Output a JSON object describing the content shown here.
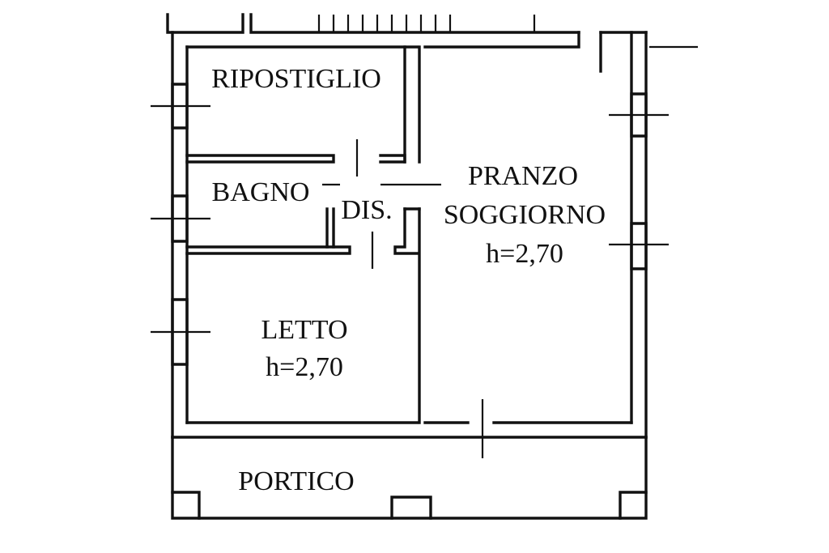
{
  "colors": {
    "ink": "#111111",
    "paper": "#ffffff"
  },
  "rooms": {
    "ripostiglio": {
      "name": "RIPOSTIGLIO"
    },
    "bagno": {
      "name": "BAGNO"
    },
    "dis": {
      "name": "DIS."
    },
    "pranzo": {
      "name_line1": "PRANZO",
      "name_line2": "SOGGIORNO",
      "height": "h=2,70"
    },
    "letto": {
      "name": "LETTO",
      "height": "h=2,70"
    },
    "portico": {
      "name": "PORTICO"
    }
  }
}
